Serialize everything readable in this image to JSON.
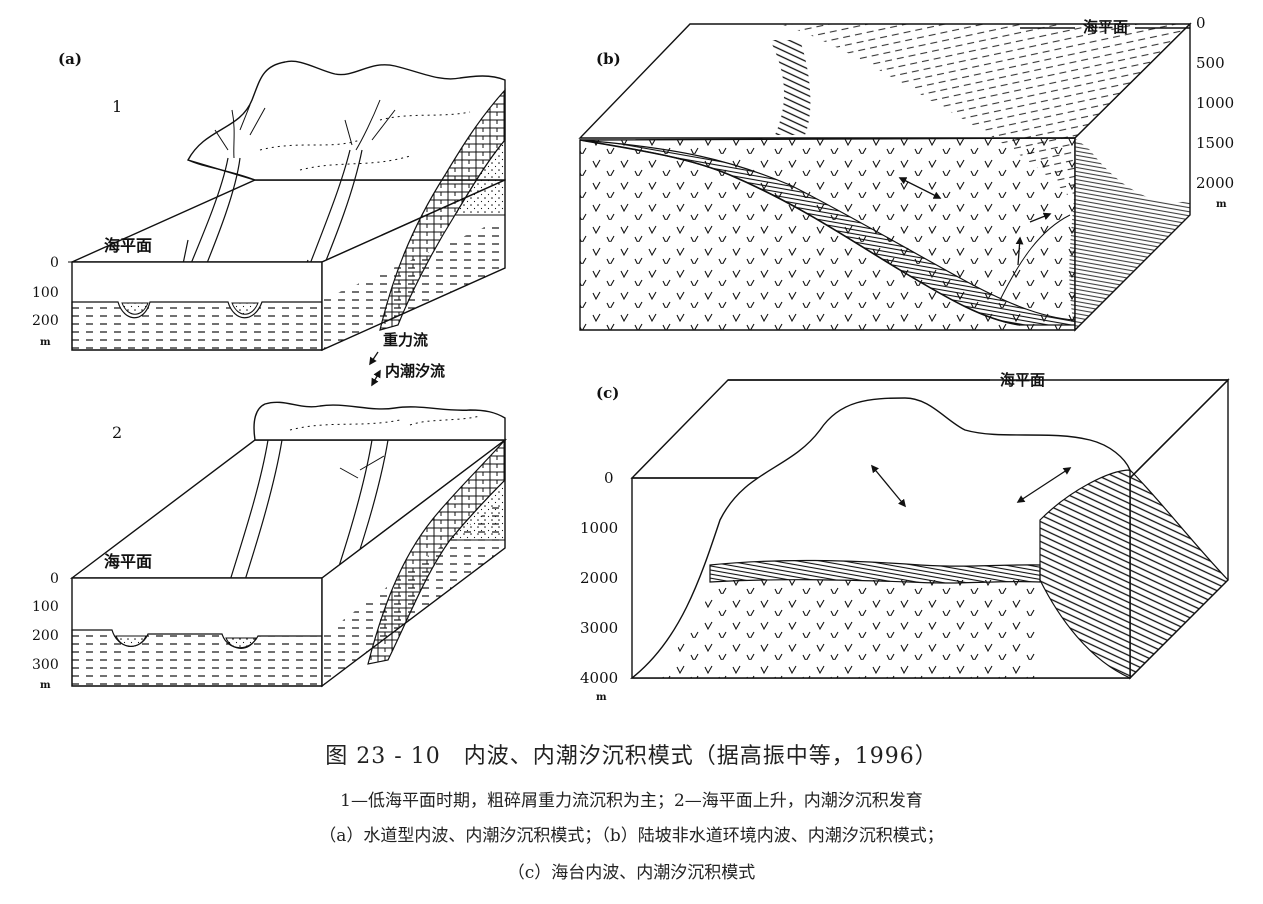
{
  "panels": {
    "a": {
      "label": "(a)",
      "stage1": {
        "number": "1",
        "sea_level": "海平面",
        "depth_ticks": [
          "0",
          "100",
          "200"
        ],
        "unit": "m"
      },
      "stage2": {
        "number": "2",
        "sea_level": "海平面",
        "depth_ticks": [
          "0",
          "100",
          "200",
          "300"
        ],
        "unit": "m"
      },
      "legend": [
        {
          "symbol": "small-arrow-icon",
          "label": "重力流"
        },
        {
          "symbol": "large-arrow-icon",
          "label": "内潮汐流"
        }
      ]
    },
    "b": {
      "label": "(b)",
      "sea_level": "海平面",
      "depth_ticks": [
        "0",
        "500",
        "1000",
        "1500",
        "2000"
      ],
      "unit": "m"
    },
    "c": {
      "label": "(c)",
      "sea_level": "海平面",
      "depth_ticks": [
        "0",
        "1000",
        "2000",
        "3000",
        "4000"
      ],
      "unit": "m"
    }
  },
  "caption": {
    "title": "图 23 - 10　内波、内潮汐沉积模式（据高振中等，1996）",
    "line1": "1—低海平面时期，粗碎屑重力流沉积为主；2—海平面上升，内潮汐沉积发育",
    "line2": "（a）水道型内波、内潮汐沉积模式；（b）陆坡非水道环境内波、内潮汐沉积模式；",
    "line3": "（c）海台内波、内潮汐沉积模式"
  },
  "colors": {
    "ink": "#111111",
    "background": "#ffffff",
    "caption": "#222222"
  }
}
